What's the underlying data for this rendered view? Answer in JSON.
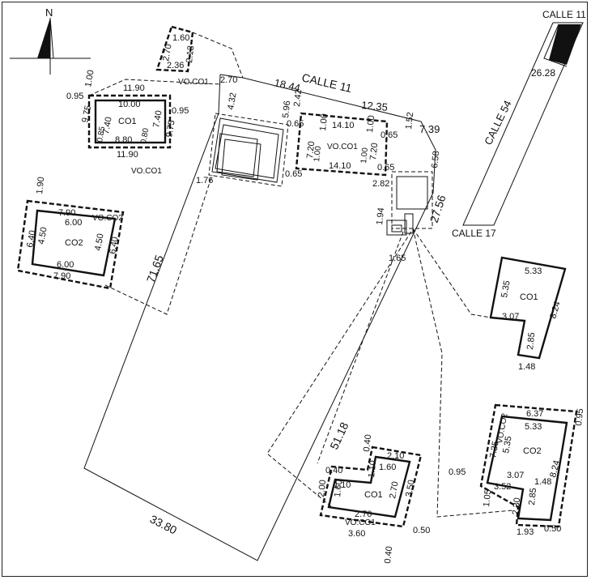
{
  "north": "N",
  "streets": {
    "calle11_main": "CALLE 11",
    "calle11_corner": "CALLE 11",
    "calle54": "CALLE 54",
    "calle17": "CALLE 17"
  },
  "dims": {
    "d2_70": "2.70",
    "d4_32": "4.32",
    "d18_44": "18.44",
    "d12_35": "12.35",
    "d7_39": "7.39",
    "d71_65": "71.65",
    "d51_18": "51.18",
    "d33_80": "33.80",
    "d27_56": "27.56",
    "d26_28": "26.28",
    "d1_60a": "1.60",
    "d2_70b": "2.70",
    "d2_36": "2.36",
    "d2_13": "2.13",
    "d1_00a": "1.00",
    "d0_95a": "0.95",
    "d11_90a": "11.90",
    "d10_00": "10.00",
    "d7_40a": "7.40",
    "d9_75a": "9.75",
    "d0_85": "0.85",
    "d8_80": "8.80",
    "d0_80": "0.80",
    "d7_40b": "7.40",
    "d0_95b": "0.95",
    "d9_75b": "9.75",
    "d11_90b": "11.90",
    "d5_96": "5.96",
    "d2_42": "2.42",
    "d0_65a": "0.65",
    "d1_00b": "1.00",
    "d14_10a": "14.10",
    "d1_00c": "1.00",
    "d0_65b": "0.65",
    "d1_52": "1.52",
    "d7_20a": "7.20",
    "d7_20b": "7.20",
    "d1_00d": "1.00",
    "d1_00e": "1.00",
    "d0_65c": "0.65",
    "d14_10b": "14.10",
    "d0_65d": "0.65",
    "d6_58": "6.58",
    "d2_82": "2.82",
    "d1_76": "1.76",
    "d1_94": "1.94",
    "d1_65": "1.65",
    "d1_90": "1.90",
    "d7_90a": "7.90",
    "d6_00a": "6.00",
    "d6_40a": "6.40",
    "d4_50a": "4.50",
    "d4_50b": "4.50",
    "d6_40b": "6.40",
    "d6_00b": "6.00",
    "d7_90b": "7.90",
    "d5_33a": "5.33",
    "d5_35a": "5.35",
    "d3_07a": "3.07",
    "d8_24a": "8.24",
    "d2_85a": "2.85",
    "d1_48a": "1.48",
    "d6_37": "6.37",
    "d0_95c": "0.95",
    "d5_33b": "5.33",
    "d7_35": "7.35",
    "d5_35b": "5.35",
    "d3_07b": "3.07",
    "d8_24b": "8.24",
    "d0_95d": "0.95",
    "d3_52": "3.52",
    "d1_48b": "1.48",
    "d1_05": "1.05",
    "d2_30": "2.30",
    "d2_85b": "2.85",
    "d1_93": "1.93",
    "d0_50a": "0.50",
    "d0_40a": "0.40",
    "d2_10": "2.10",
    "d0_40b": "0.40",
    "d1_10a": "1.10",
    "d1_60b": "1.60",
    "d1_10b": "1.10",
    "d2_00": "2.00",
    "d1_60c": "1.60",
    "d2_70c": "2.70",
    "d3_50": "3.50",
    "d2_70d": "2.70",
    "d3_60": "3.60",
    "d0_50b": "0.50",
    "d0_40c": "0.40"
  },
  "labels": {
    "co1_main": "CO1",
    "voco1_a": "VO.CO1",
    "voco1_b": "VO.CO1",
    "voco1_c": "VO.CO1",
    "voco1_d": "VO.CO1",
    "co2_left": "CO2",
    "voco2_left": "VO.CO2",
    "co1_right": "CO1",
    "co2_right": "CO2",
    "voco2_right": "VO.CO2",
    "co1_bottom": "CO1"
  }
}
